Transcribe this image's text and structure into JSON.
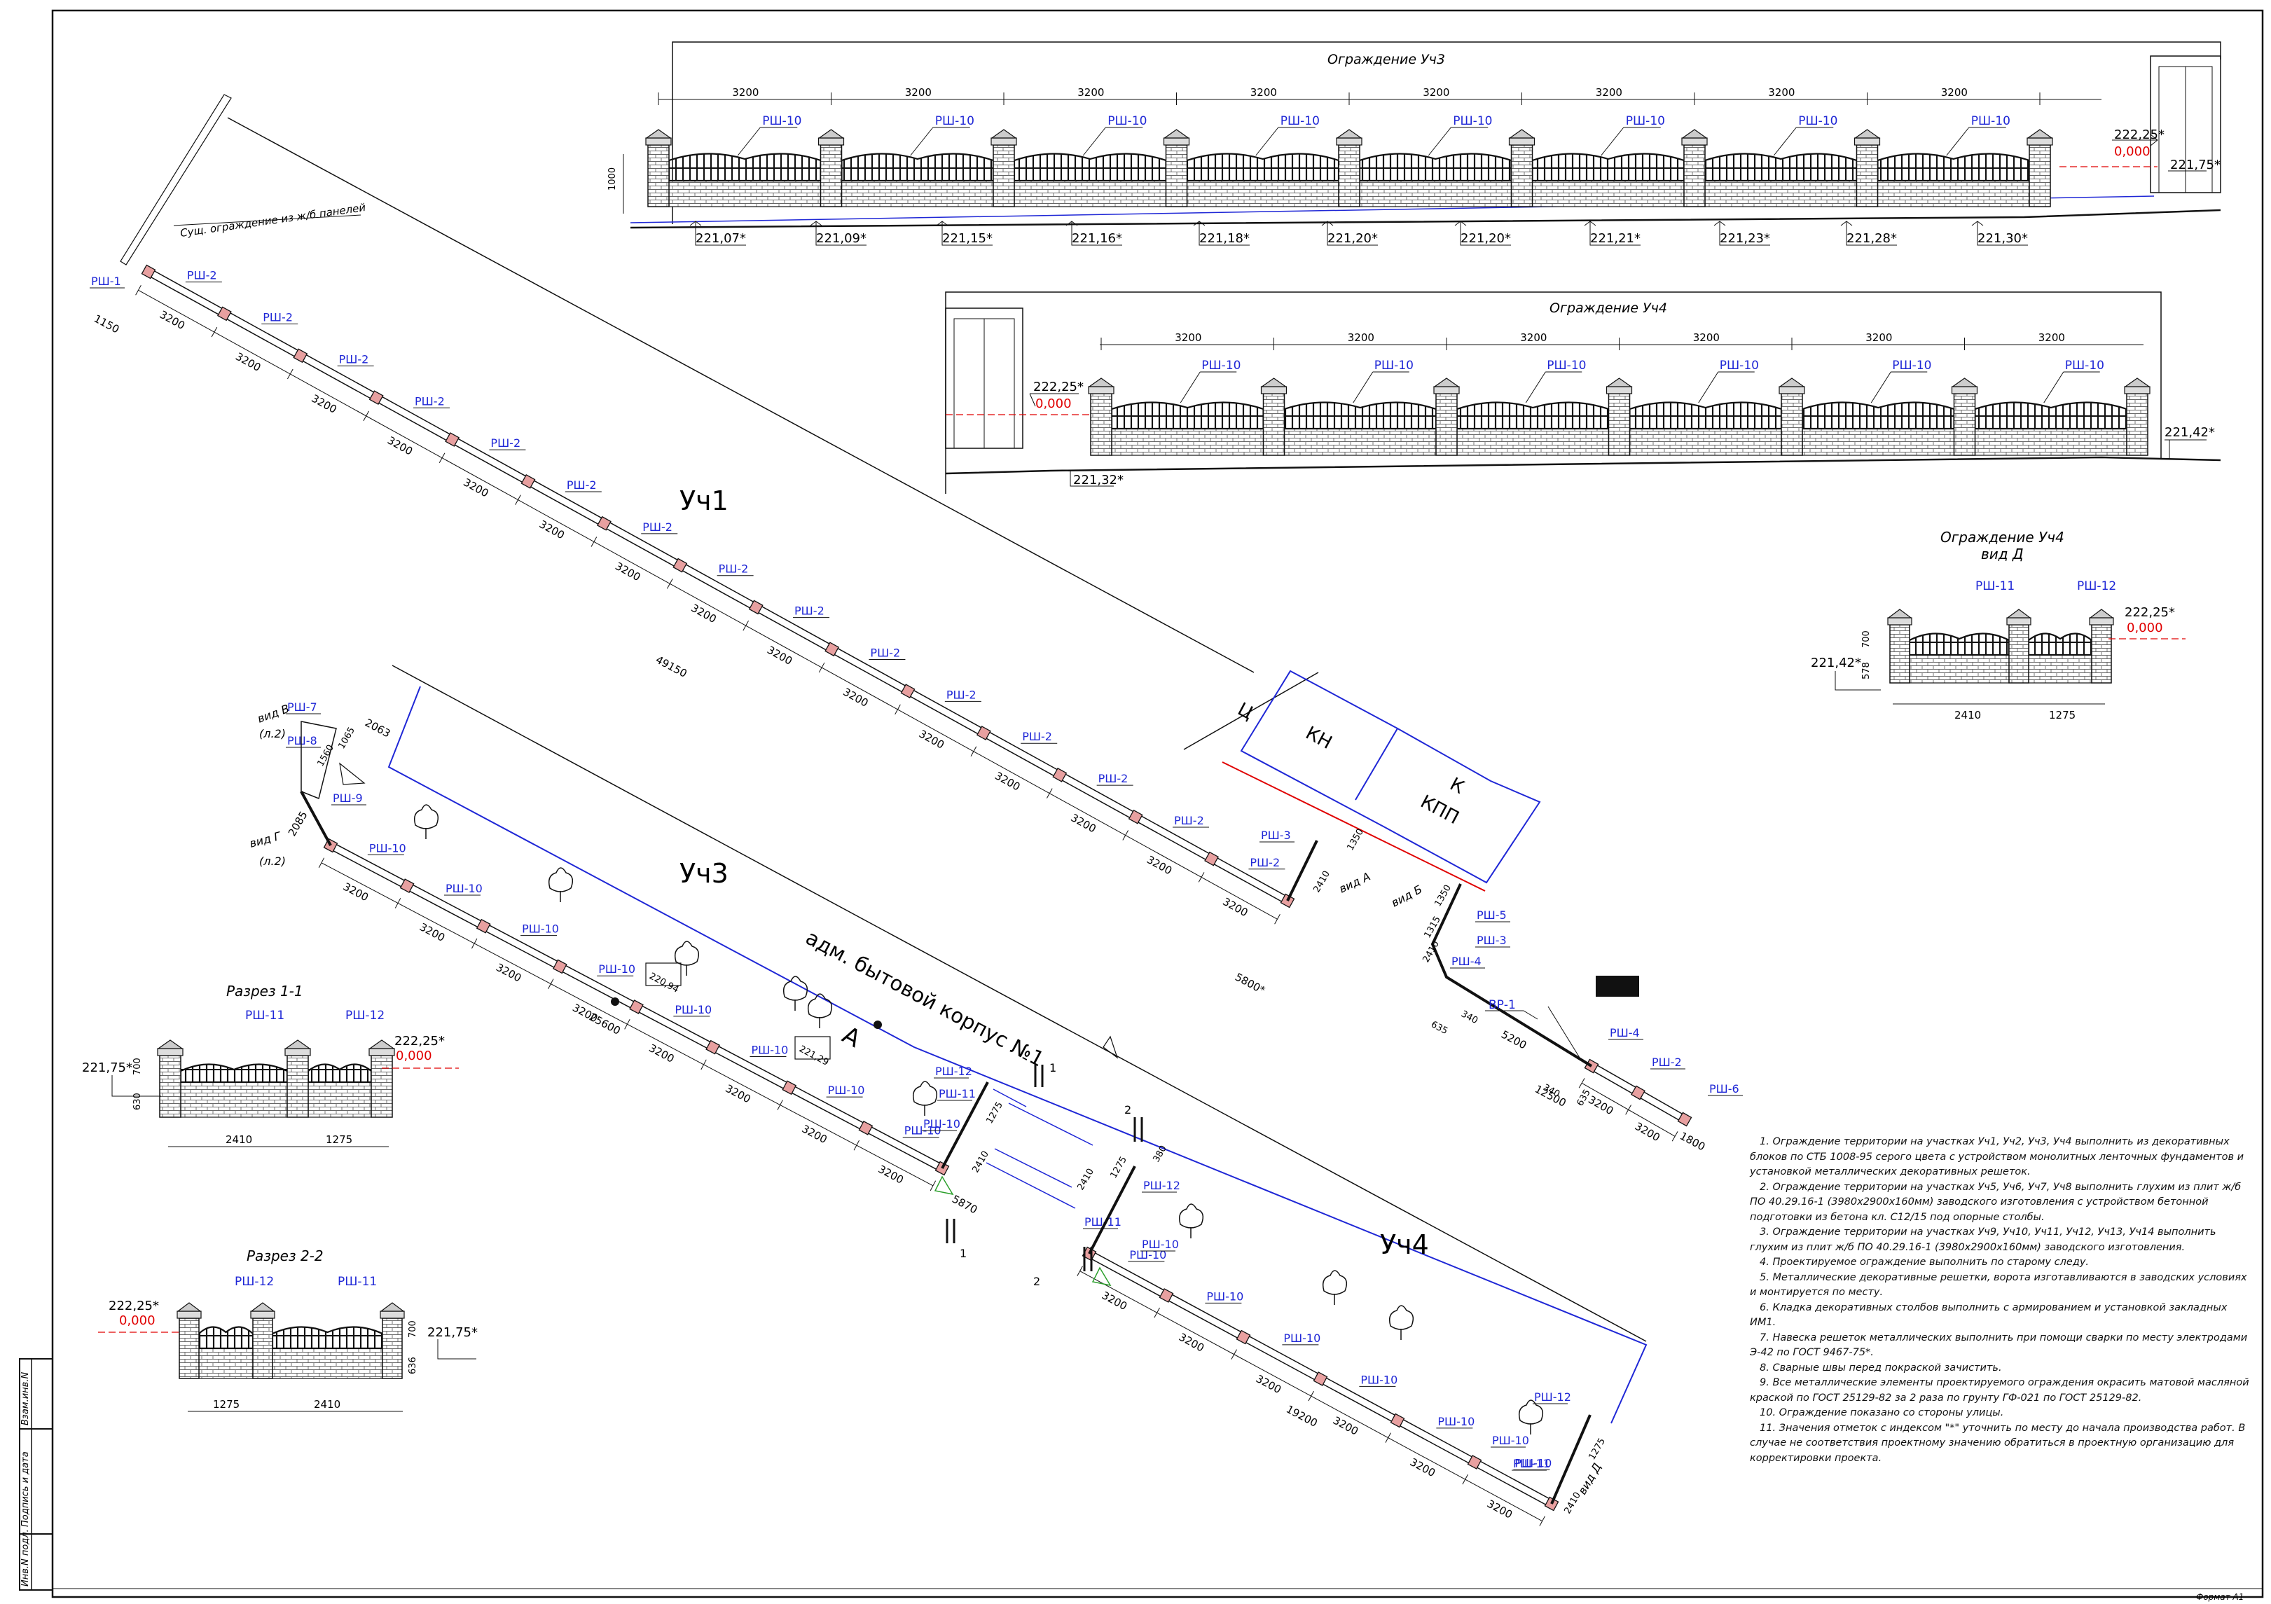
{
  "colors": {
    "ink": "#111111",
    "blue_label": "#1f27d6",
    "red_mark": "#e00000",
    "brick": "#a9a9a9",
    "green_sign": "#2ca02c"
  },
  "titles": {
    "uch3": "Ограждение Уч3",
    "uch4": "Ограждение Уч4",
    "uch4_view1": "Ограждение Уч4",
    "uch4_view2": "вид Д",
    "razrez1": "Разрез 1-1",
    "razrez2": "Разрез 2-2"
  },
  "plan": {
    "uch1": "Уч1",
    "uch3": "Уч3",
    "uch4": "Уч4",
    "building": "адм. бытовой корпус №1",
    "ts": "Ц",
    "kn": "КН",
    "k": "К",
    "kpp": "КПП",
    "existing_fence": "Сущ. ограждение из ж/б панелей",
    "point_a": "А",
    "vid_v": "вид В",
    "vid_v_sub": "(л.2)",
    "vid_g": "вид Г",
    "vid_g_sub": "(л.2)",
    "vid_a": "вид А",
    "vid_b": "вид Б",
    "vid_d": "вид Д",
    "sec1": "1",
    "sec2": "2",
    "el_220_94": "220,94",
    "el_221_29": "221,29"
  },
  "labels": {
    "rsh1": "РШ-1",
    "rsh2": "РШ-2",
    "rsh3": "РШ-3",
    "rsh4": "РШ-4",
    "rsh5": "РШ-5",
    "rsh6": "РШ-6",
    "rsh7": "РШ-7",
    "rsh8": "РШ-8",
    "rsh9": "РШ-9",
    "rsh10": "РШ-10",
    "rsh11": "РШ-11",
    "rsh12": "РШ-12",
    "vr1": "ВР-1"
  },
  "dims": {
    "d3200": "3200",
    "d1150": "1150",
    "d49150": "49150",
    "d25600": "25600",
    "d19200": "19200",
    "d5800": "5800*",
    "d5870": "5870",
    "d12500": "12500",
    "d5200": "5200",
    "d1800": "1800",
    "d2410": "2410",
    "d1275": "1275",
    "d1350": "1350",
    "d1315": "1315",
    "d635": "635",
    "d340": "340",
    "d2063": "2063",
    "d2085": "2085",
    "d1065": "1065",
    "d1560": "1560",
    "d380": "380",
    "d1000": "1000",
    "d700": "700",
    "d630": "630",
    "d578": "578",
    "d636": "636"
  },
  "elev": {
    "e222_25": "222,25*",
    "e0": "0,000",
    "e221_75": "221,75*",
    "e221_42": "221,42*",
    "e221_32": "221,32*",
    "uch3_ground": [
      "221,07*",
      "221,09*",
      "221,15*",
      "221,16*",
      "221,18*",
      "221,20*",
      "221,20*",
      "221,21*",
      "221,23*",
      "221,28*",
      "221,30*"
    ]
  },
  "notes": [
    "1. Ограждение территории на участках Уч1, Уч2, Уч3, Уч4 выполнить из декоративных блоков по СТБ 1008-95 серого цвета с устройством монолитных ленточных фундаментов и установкой металлических декоративных решеток.",
    "2. Ограждение территории на участках Уч5, Уч6, Уч7, Уч8 выполнить глухим из плит ж/б ПО 40.29.16-1 (3980х2900х160мм) заводского изготовления с устройством бетонной подготовки из бетона кл. С12/15 под опорные столбы.",
    "3. Ограждение территории на участках Уч9, Уч10, Уч11, Уч12, Уч13, Уч14 выполнить глухим из плит ж/б ПО 40.29.16-1 (3980х2900х160мм) заводского изготовления.",
    "4. Проектируемое ограждение выполнить по старому следу.",
    "5. Металлические декоративные решетки, ворота изготавливаются в заводских условиях и монтируется по месту.",
    "6. Кладка декоративных столбов выполнить с армированием и установкой закладных ИМ1.",
    "7. Навеска решеток металлических выполнить при помощи сварки по месту электродами Э-42 по ГОСТ 9467-75*.",
    "8. Сварные швы перед покраской зачистить.",
    "9. Все металлические элементы проектируемого ограждения окрасить матовой масляной краской по ГОСТ 25129-82 за 2 раза по грунту ГФ-021 по ГОСТ 25129-82.",
    "10. Ограждение показано со стороны улицы.",
    "11. Значения отметок с индексом \"*\" уточнить по месту до начала производства работ. В случае не соответствия проектному значению обратиться в проектную организацию для корректировки проекта."
  ],
  "stamp": {
    "s1": "Взам.инв.N",
    "s2": "Подпись и дата",
    "s3": "Инв.N подл."
  },
  "format": "Формат А1"
}
